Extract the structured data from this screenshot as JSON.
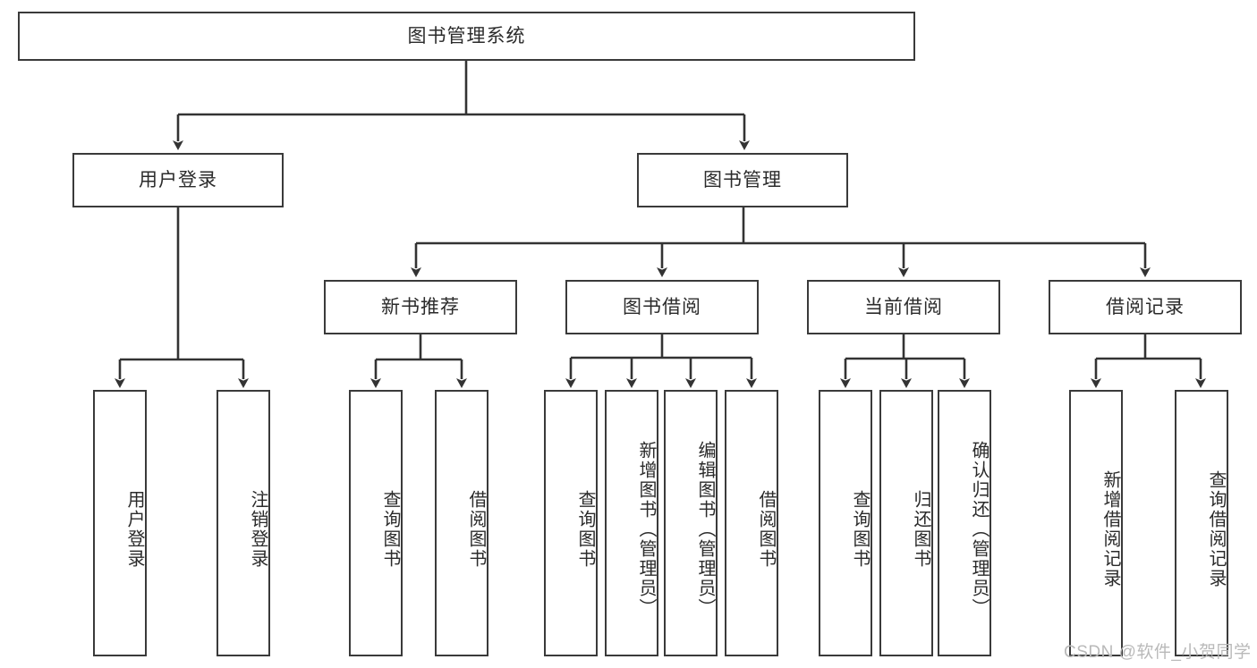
{
  "diagram": {
    "title": "图书管理系统",
    "type": "tree-hierarchy-chart",
    "orientation": "top-down",
    "colors": {
      "box_border": "#3a3a3a",
      "box_fill": "#ffffff",
      "edge": "#333333",
      "text": "#2b2b2b",
      "watermark": "#b9b9b9",
      "background": "#ffffff"
    },
    "root": {
      "id": "root",
      "label": "图书管理系统"
    },
    "level2": [
      {
        "id": "user-login",
        "label": "用户登录"
      },
      {
        "id": "book-management",
        "label": "图书管理"
      }
    ],
    "level3": [
      {
        "id": "new-book-recommend",
        "label": "新书推荐",
        "parent": "book-management"
      },
      {
        "id": "book-borrow",
        "label": "图书借阅",
        "parent": "book-management"
      },
      {
        "id": "current-borrow",
        "label": "当前借阅",
        "parent": "book-management"
      },
      {
        "id": "borrow-record",
        "label": "借阅记录",
        "parent": "book-management"
      }
    ],
    "leaves": [
      {
        "id": "leaf-user-login",
        "label": "用户登录",
        "parent": "user-login"
      },
      {
        "id": "leaf-user-logout",
        "label": "注销登录",
        "parent": "user-login"
      },
      {
        "id": "leaf-query-book-1",
        "label": "查询图书",
        "parent": "new-book-recommend"
      },
      {
        "id": "leaf-borrow-book-1",
        "label": "借阅图书",
        "parent": "new-book-recommend"
      },
      {
        "id": "leaf-query-book-2",
        "label": "查询图书",
        "parent": "book-borrow"
      },
      {
        "id": "leaf-add-book",
        "label": "新增图书（管理员）",
        "parent": "book-borrow"
      },
      {
        "id": "leaf-edit-book",
        "label": "编辑图书（管理员）",
        "parent": "book-borrow"
      },
      {
        "id": "leaf-borrow-book-2",
        "label": "借阅图书",
        "parent": "book-borrow"
      },
      {
        "id": "leaf-query-book-3",
        "label": "查询图书",
        "parent": "current-borrow"
      },
      {
        "id": "leaf-return-book",
        "label": "归还图书",
        "parent": "current-borrow"
      },
      {
        "id": "leaf-confirm-return",
        "label": "确认归还（管理员）",
        "parent": "current-borrow"
      },
      {
        "id": "leaf-add-record",
        "label": "新增借阅记录",
        "parent": "borrow-record"
      },
      {
        "id": "leaf-query-record",
        "label": "查询借阅记录",
        "parent": "borrow-record"
      }
    ],
    "watermark": "CSDN @软件_小贺同学"
  }
}
